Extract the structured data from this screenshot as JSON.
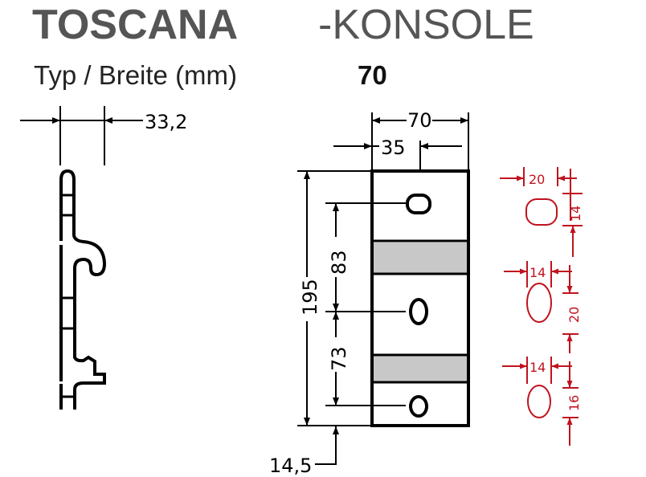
{
  "title": {
    "brand": "TOSCANA",
    "suffix": "-KONSOLE"
  },
  "subtitle": {
    "label": "Typ / Breite (mm)",
    "value": "70"
  },
  "profile": {
    "depth": "33,2"
  },
  "front": {
    "width": "70",
    "half_width": "35",
    "height": "195",
    "upper_spacing": "83",
    "lower_spacing": "73",
    "bottom_offset": "14,5"
  },
  "holes": {
    "top": {
      "width": "20",
      "height": "14"
    },
    "middle": {
      "width": "14",
      "height": "20"
    },
    "bottom": {
      "width": "14",
      "height": "16"
    }
  },
  "colors": {
    "title": "#555555",
    "band": "#c8c8c8",
    "hole_dims": "#c0131e"
  }
}
